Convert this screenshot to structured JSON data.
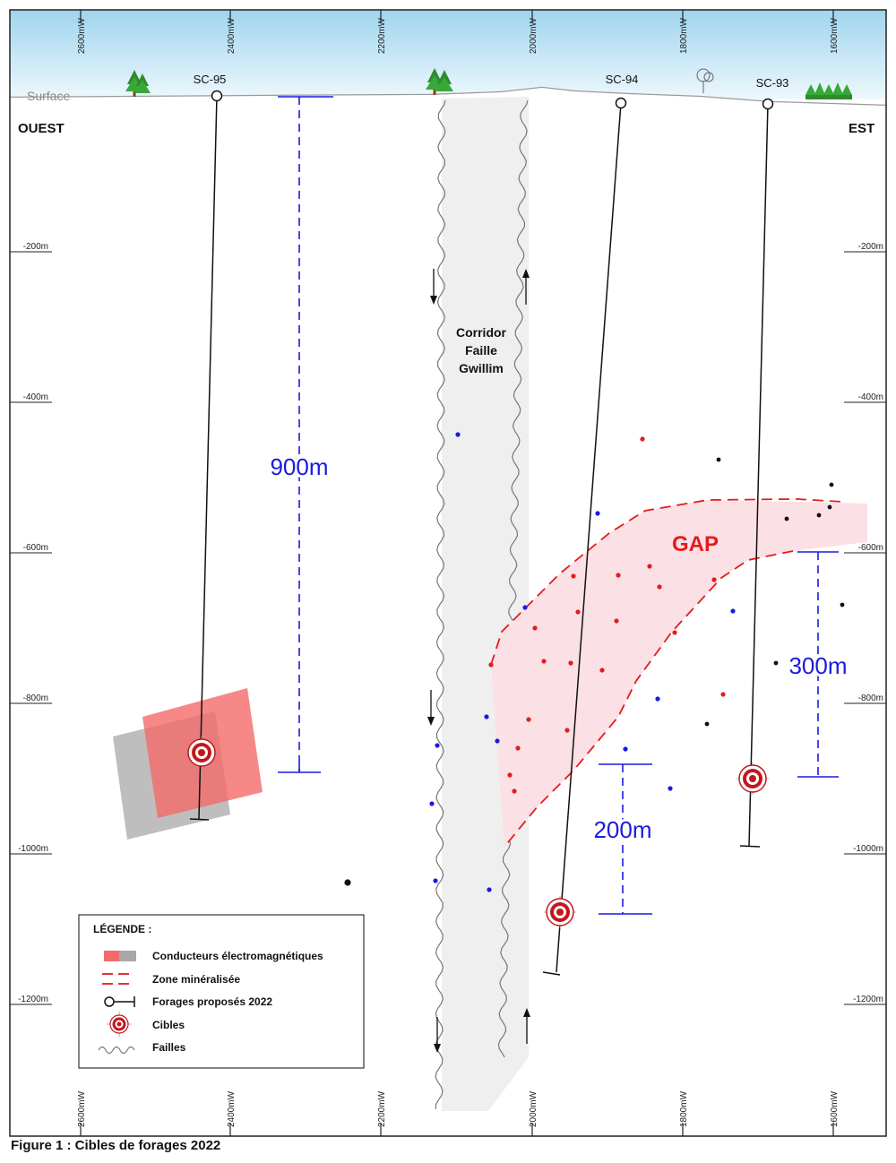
{
  "figure": {
    "caption": "Figure 1 : Cibles de forages 2022",
    "surface_label": "Surface",
    "west_label": "OUEST",
    "east_label": "EST",
    "corridor_label": [
      "Corridor",
      "Faille",
      "Gwillim"
    ],
    "gap_label": "GAP"
  },
  "axes": {
    "x_ticks": [
      "2600mW",
      "2400mW",
      "2200mW",
      "2000mW",
      "1800mW",
      "1600mW"
    ],
    "depth_ticks": [
      "-200m",
      "-400m",
      "-600m",
      "-800m",
      "-1000m",
      "-1200m"
    ]
  },
  "drillholes": [
    {
      "name": "SC-95"
    },
    {
      "name": "SC-94"
    },
    {
      "name": "SC-93"
    }
  ],
  "dimensions": [
    {
      "label": "900m"
    },
    {
      "label": "300m"
    },
    {
      "label": "200m"
    }
  ],
  "legend": {
    "title": "LÉGENDE :",
    "items": [
      {
        "label": "Conducteurs électromagnétiques",
        "icon": "em-conductor-icon"
      },
      {
        "label": "Zone minéralisée",
        "icon": "mineralized-zone-icon"
      },
      {
        "label": "Forages proposés 2022",
        "icon": "drillhole-icon"
      },
      {
        "label": "Cibles",
        "icon": "target-icon"
      },
      {
        "label": "Failles",
        "icon": "fault-icon"
      }
    ]
  },
  "colors": {
    "sky_top": "#9fd4ee",
    "sky_bottom": "#eef8fd",
    "gap_fill": "#fbe0e6",
    "zone_line": "#e31c1c",
    "dimension": "#1a1ae0",
    "conductor_red": "#f46a6a",
    "conductor_grey": "#a8a8a8",
    "target": "#c4161c",
    "corridor_fill": "#efefef"
  }
}
